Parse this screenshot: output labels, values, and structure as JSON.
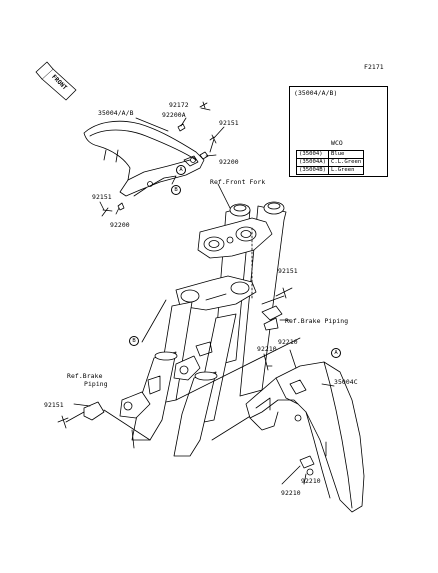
{
  "page_code": "F2171",
  "front_tag": "FRONT",
  "callouts": {
    "p35004_ab": "35004/A/B",
    "p92172": "92172",
    "p92200a": "92200A",
    "p92151_top": "92151",
    "p92200_right": "92200",
    "p92151_left": "92151",
    "p92200_left": "92200",
    "ref_front_fork": "Ref.Front Fork",
    "p92151_mid": "92151",
    "ref_brake_piping_right": "Ref.Brake Piping",
    "ref_brake_piping_left_1": "Ref.Brake",
    "ref_brake_piping_left_2": "Piping",
    "p92151_bottom": "92151",
    "p92210_a": "92210",
    "p92210_b": "92210",
    "p35004c": "35004C",
    "p92210_c": "92210",
    "p92210_d": "92210"
  },
  "badges": {
    "a": "A",
    "b": "B"
  },
  "inset": {
    "title": "(35004/A/B)",
    "table_header": "WCO",
    "rows": [
      {
        "part": "(35004)",
        "color": "Blue"
      },
      {
        "part": "(35004A)",
        "color": "C.L.Green"
      },
      {
        "part": "(35004B)",
        "color": "L.Green"
      }
    ]
  }
}
